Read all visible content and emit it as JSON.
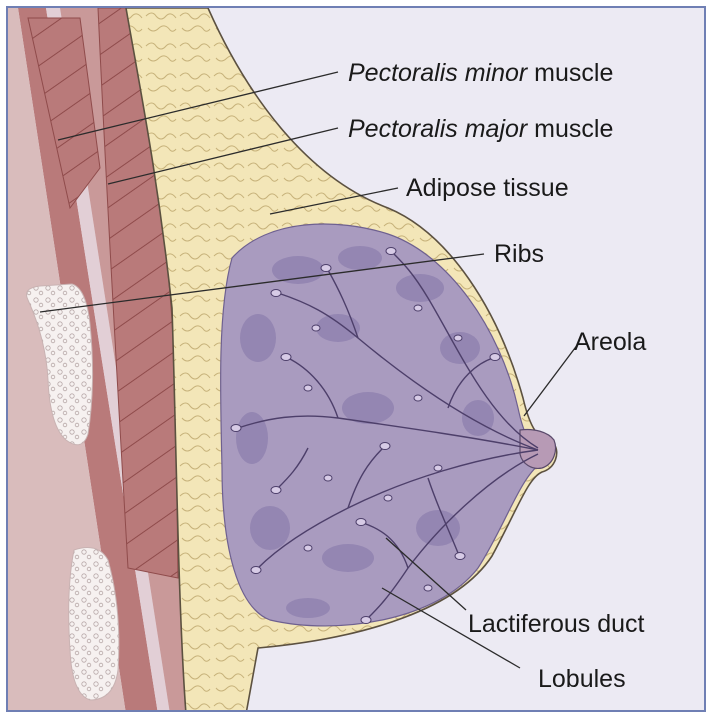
{
  "labels": {
    "pectoralis_minor": {
      "italic": "Pectoralis minor",
      "rest": " muscle"
    },
    "pectoralis_major": {
      "italic": "Pectoralis major",
      "rest": " muscle"
    },
    "adipose": "Adipose tissue",
    "ribs": "Ribs",
    "areola": "Areola",
    "lactiferous_duct": "Lactiferous duct",
    "lobules": "Lobules"
  },
  "colors": {
    "background": "#eceaf3",
    "muscle": "#b97a7a",
    "muscle_dark": "#a45e5e",
    "chest_wall": "#c99999",
    "adipose": "#f3e6b8",
    "adipose_line": "#c7b27a",
    "gland": "#a99bbf",
    "gland_dark": "#8d7fae",
    "duct": "#4d3f6a",
    "rib": "#f6f1f0",
    "frame": "#6f7fb4"
  }
}
